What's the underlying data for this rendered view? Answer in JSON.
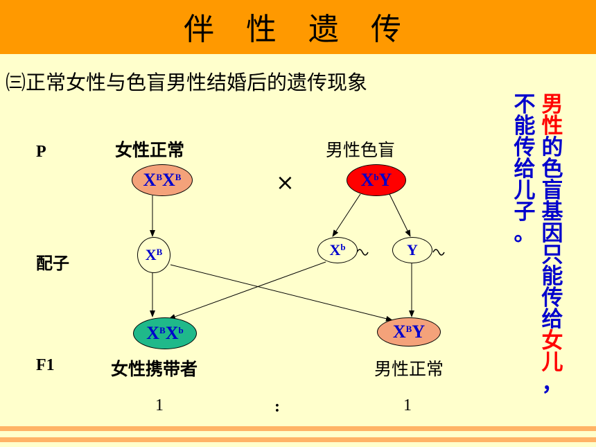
{
  "title": "伴 性 遗 传",
  "subtitle": "㈢正常女性与色盲男性结婚后的遗传现象",
  "rows": {
    "p": "P",
    "gamete": "配子",
    "f1": "F1"
  },
  "parents": {
    "female_label": "女性正常",
    "female_genotype": {
      "base1": "X",
      "sup1": "B",
      "base2": "X",
      "sup2": "B"
    },
    "cross": "×",
    "male_label": "男性色盲",
    "male_genotype": {
      "base": "X",
      "sup": "b",
      "tail": "Y"
    }
  },
  "gametes": {
    "female": {
      "base": "X",
      "sup": "B"
    },
    "male_x": {
      "base": "X",
      "sup": "b"
    },
    "male_y": "Y"
  },
  "offspring": {
    "female": {
      "base1": "X",
      "sup1": "B",
      "base2": "X",
      "sup2": "b",
      "label": "女性携带者"
    },
    "male": {
      "base": "X",
      "sup": "B",
      "tail": "Y",
      "label": "男性正常"
    }
  },
  "ratio": {
    "left": "1",
    "sep": ":",
    "right": "1"
  },
  "side_note": {
    "col1": [
      "不",
      "能",
      "传",
      "给",
      "儿",
      "子",
      "。"
    ],
    "col2": [
      {
        "t": "男",
        "c": "#ff0000"
      },
      {
        "t": "性",
        "c": "#ff0000"
      },
      {
        "t": "的",
        "c": "#0000cc"
      },
      {
        "t": "色",
        "c": "#0000cc"
      },
      {
        "t": "盲",
        "c": "#0000cc"
      },
      {
        "t": "基",
        "c": "#0000cc"
      },
      {
        "t": "因",
        "c": "#0000cc"
      },
      {
        "t": "只",
        "c": "#0000cc"
      },
      {
        "t": "能",
        "c": "#0000cc"
      },
      {
        "t": "传",
        "c": "#0000cc"
      },
      {
        "t": "给",
        "c": "#0000cc"
      },
      {
        "t": "女",
        "c": "#ff0000"
      },
      {
        "t": "儿",
        "c": "#ff0000"
      },
      {
        "t": "，",
        "c": "#0000cc"
      }
    ]
  },
  "colors": {
    "background": "#ffffcc",
    "title_bar": "#ff9900",
    "female_parent": "#f4a27a",
    "male_parent": "#ff0000",
    "carrier": "#1fb98a",
    "normal_male": "#f4a27a",
    "genotype_text": "#0000cc",
    "stripe": "#ffb366"
  }
}
